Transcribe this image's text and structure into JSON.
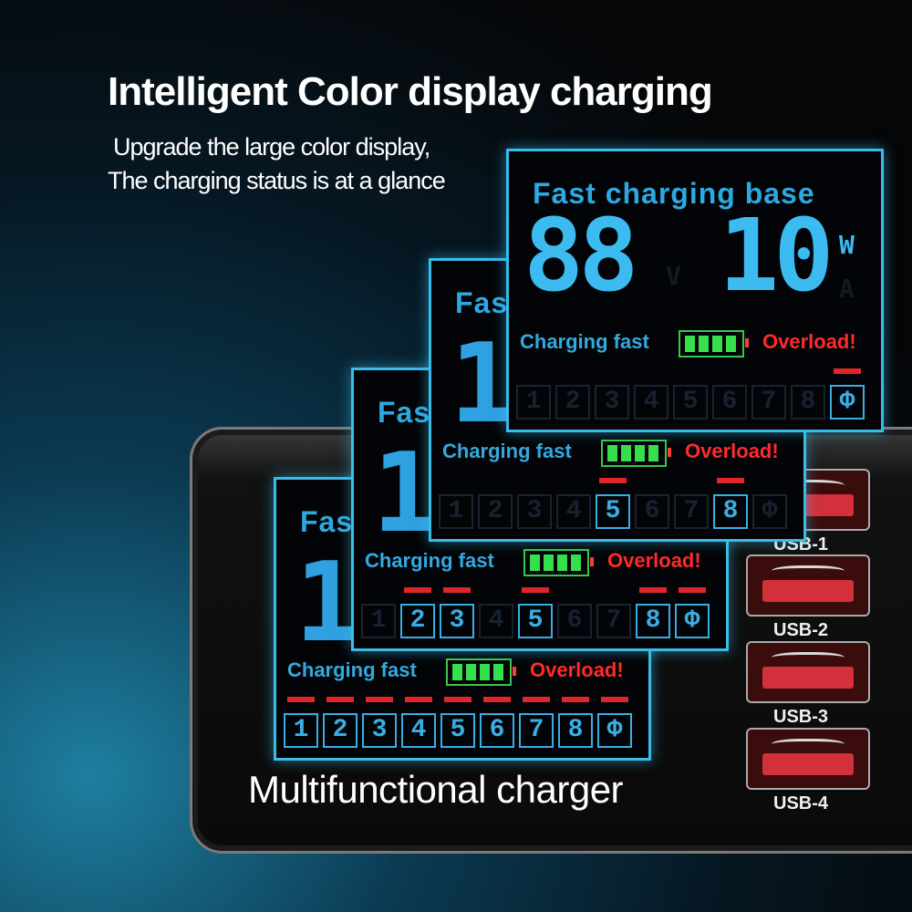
{
  "headline": "Intelligent Color display charging",
  "subtitle": [
    "Upgrade the large color display,",
    "The charging status is at a glance"
  ],
  "brand_label": "Multifunctional charger",
  "ports": [
    {
      "label": "USB-1"
    },
    {
      "label": "USB-2"
    },
    {
      "label": "USB-3"
    },
    {
      "label": "USB-4"
    }
  ],
  "display": {
    "title": "Fast charging base",
    "title_partial": "Fas",
    "power_value": "10",
    "power_unit": "W",
    "volt_unit": "V",
    "amp_unit": "A",
    "big_digit": "1",
    "status": "Charging fast",
    "overload": "Overload!",
    "slots": [
      "1",
      "2",
      "3",
      "4",
      "5",
      "6",
      "7",
      "8",
      "Φ"
    ],
    "panel_active_slots": [
      [
        "1",
        "2",
        "3",
        "4",
        "5",
        "6",
        "7",
        "8",
        "Φ"
      ],
      [
        "2",
        "3",
        "5",
        "8",
        "Φ"
      ],
      [
        "5",
        "8"
      ],
      [
        "Φ"
      ]
    ]
  },
  "colors": {
    "accent": "#39bde8",
    "alert": "#ff2b2b",
    "battery": "#35e04b"
  }
}
